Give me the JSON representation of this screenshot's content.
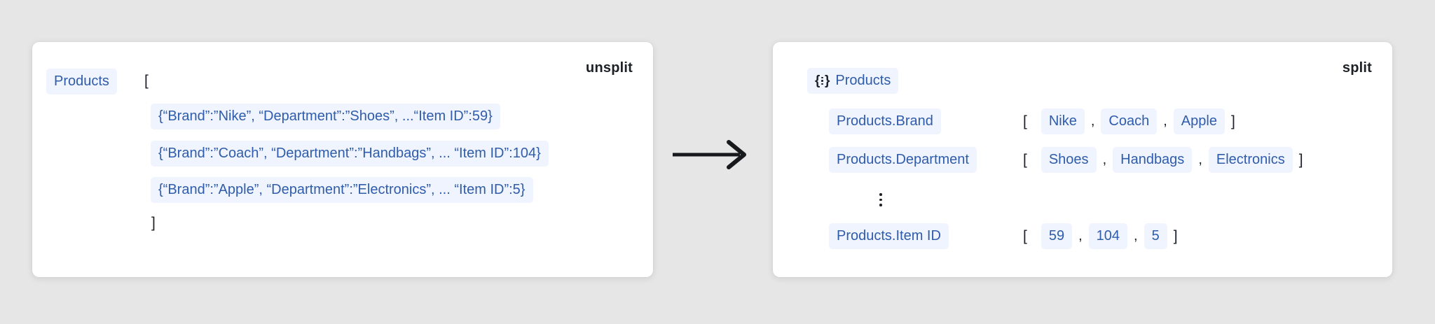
{
  "punctuation": {
    "open_bracket": "[",
    "close_bracket": "]",
    "comma": ",",
    "open_brace": "{",
    "close_brace": "}"
  },
  "colors": {
    "background": "#e6e6e6",
    "card": "#ffffff",
    "chip_background": "#eff4fe",
    "chip_text": "#2f5cab",
    "dark_text": "#1d2127",
    "arrow": "#17191d"
  },
  "left_card": {
    "badge": "unsplit",
    "source_label": "Products",
    "records": [
      "{“Brand”:”Nike”, “Department”:”Shoes”, ...“Item ID”:59}",
      "{“Brand”:”Coach”, “Department”:”Handbags”, ... “Item ID”:104}",
      "{“Brand”:”Apple”, “Department”:”Electronics”, ... “Item ID”:5}"
    ]
  },
  "arrow_icon": "right-arrow",
  "right_card": {
    "badge": "split",
    "header_icon": "braces-dots-icon",
    "header_label": "Products",
    "rows": [
      {
        "label": "Products.Brand",
        "values": [
          "Nike",
          "Coach",
          "Apple"
        ]
      },
      {
        "label": "Products.Department",
        "values": [
          "Shoes",
          "Handbags",
          "Electronics"
        ]
      },
      {
        "label": "Products.Item ID",
        "values": [
          "59",
          "104",
          "5"
        ]
      }
    ]
  }
}
